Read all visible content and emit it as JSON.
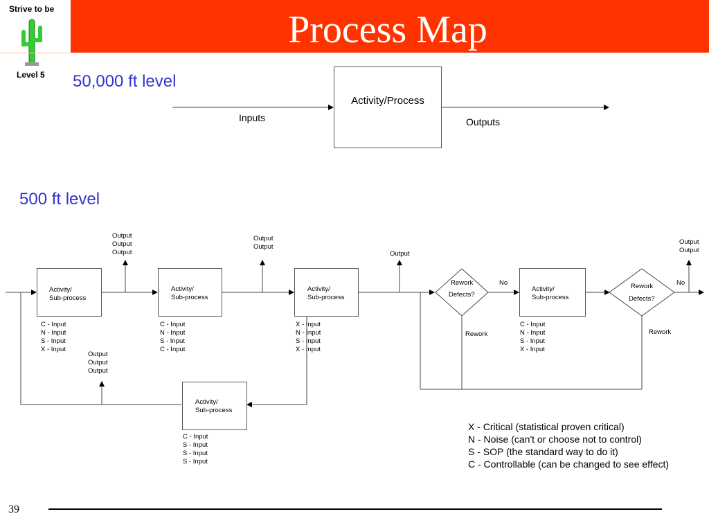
{
  "title": "Process Map",
  "logo": {
    "top_text": "Strive to be",
    "bottom_text": "Level 5",
    "icon": "cactus-icon"
  },
  "level_high": {
    "heading": "50,000 ft level",
    "box_label": "Activity/Process",
    "inputs_label": "Inputs",
    "outputs_label": "Outputs"
  },
  "level_low": {
    "heading": "500 ft level"
  },
  "blocks": [
    {
      "line1": "Activity/",
      "line2": "Sub-process",
      "inputs": [
        "C - Input",
        "N - Input",
        "S - Input",
        "X - Input"
      ],
      "outputs": [
        "Output",
        "Output",
        "Output"
      ]
    },
    {
      "line1": "Activity/",
      "line2": "Sub-process",
      "inputs": [
        "C - Input",
        "N - Input",
        "S - Input",
        "C - Input"
      ],
      "outputs": [
        "Output",
        "Output"
      ]
    },
    {
      "line1": "Activity/",
      "line2": "Sub-process",
      "inputs": [
        "X - Input",
        "N - Input",
        "S - Input",
        "X - Input"
      ],
      "outputs": [
        "Output"
      ]
    },
    {
      "line1": "Activity/",
      "line2": "Sub-process",
      "inputs": [
        "C - Input",
        "N - Input",
        "S - Input",
        "X - Input"
      ],
      "outputs": [
        "Output",
        "Output"
      ]
    },
    {
      "line1": "Activity/",
      "line2": "Sub-process",
      "inputs": [
        "C - Input",
        "S - Input",
        "S - Input",
        "S - Input"
      ],
      "outputs": [
        "Output",
        "Output",
        "Output"
      ]
    }
  ],
  "decisions": [
    {
      "top": "Rework",
      "bottom": "Defects?",
      "no_label": "No",
      "rework_label": "Rework"
    },
    {
      "top": "Rework",
      "bottom": "Defects?",
      "no_label": "No",
      "rework_label": "Rework"
    }
  ],
  "legend": [
    "X - Critical (statistical proven critical)",
    "N - Noise (can't or choose not to control)",
    "S - SOP (the standard way to do it)",
    "C - Controllable (can be changed to see effect)"
  ],
  "page_number": "39"
}
